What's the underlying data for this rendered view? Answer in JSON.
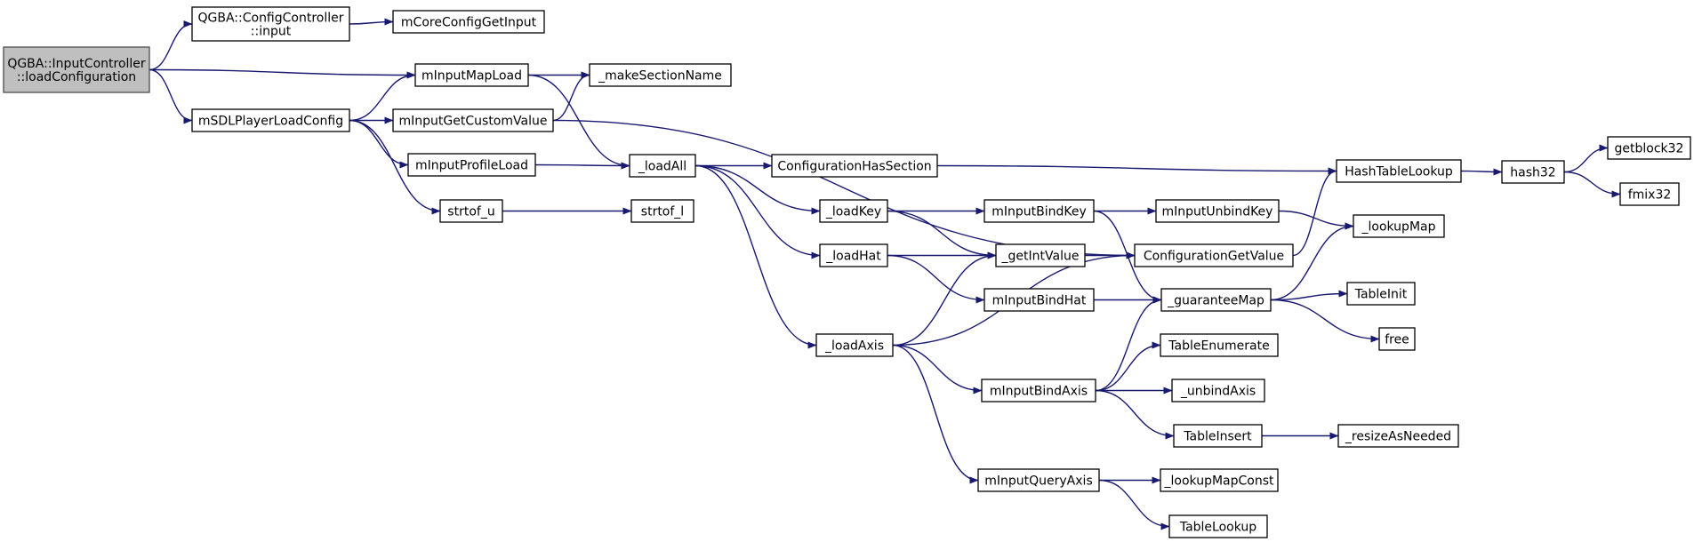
{
  "colors": {
    "edge": "#191970",
    "root_fill": "#bfbfbf",
    "node_fill": "#ffffff",
    "border": "#000000"
  },
  "nodes": [
    {
      "id": "n1",
      "label": "QGBA::InputController\n::loadConfiguration",
      "root": true
    },
    {
      "id": "n2",
      "label": "QGBA::ConfigController\n::input"
    },
    {
      "id": "n3",
      "label": "mCoreConfigGetInput"
    },
    {
      "id": "n4",
      "label": "mInputMapLoad"
    },
    {
      "id": "n5",
      "label": "_makeSectionName"
    },
    {
      "id": "n6",
      "label": "mSDLPlayerLoadConfig"
    },
    {
      "id": "n7",
      "label": "mInputGetCustomValue"
    },
    {
      "id": "n8",
      "label": "mInputProfileLoad"
    },
    {
      "id": "n9",
      "label": "strtof_u"
    },
    {
      "id": "n10",
      "label": "strtof_l"
    },
    {
      "id": "n11",
      "label": "_loadAll"
    },
    {
      "id": "n12",
      "label": "ConfigurationHasSection"
    },
    {
      "id": "n13",
      "label": "_loadKey"
    },
    {
      "id": "n14",
      "label": "_loadHat"
    },
    {
      "id": "n15",
      "label": "_loadAxis"
    },
    {
      "id": "n16",
      "label": "mInputBindKey"
    },
    {
      "id": "n17",
      "label": "_getIntValue"
    },
    {
      "id": "n18",
      "label": "mInputBindHat"
    },
    {
      "id": "n19",
      "label": "mInputBindAxis"
    },
    {
      "id": "n20",
      "label": "mInputQueryAxis"
    },
    {
      "id": "n21",
      "label": "mInputUnbindKey"
    },
    {
      "id": "n22",
      "label": "ConfigurationGetValue"
    },
    {
      "id": "n23",
      "label": "_guaranteeMap"
    },
    {
      "id": "n24",
      "label": "TableEnumerate"
    },
    {
      "id": "n25",
      "label": "_unbindAxis"
    },
    {
      "id": "n26",
      "label": "TableInsert"
    },
    {
      "id": "n27",
      "label": "_lookupMapConst"
    },
    {
      "id": "n28",
      "label": "TableLookup"
    },
    {
      "id": "n29",
      "label": "HashTableLookup"
    },
    {
      "id": "n30",
      "label": "_lookupMap"
    },
    {
      "id": "n31",
      "label": "TableInit"
    },
    {
      "id": "n32",
      "label": "free"
    },
    {
      "id": "n33",
      "label": "_resizeAsNeeded"
    },
    {
      "id": "n34",
      "label": "hash32"
    },
    {
      "id": "n35",
      "label": "getblock32"
    },
    {
      "id": "n36",
      "label": "fmix32"
    }
  ],
  "edges": [
    [
      "n1",
      "n2"
    ],
    [
      "n1",
      "n4"
    ],
    [
      "n1",
      "n6"
    ],
    [
      "n2",
      "n3"
    ],
    [
      "n4",
      "n5"
    ],
    [
      "n4",
      "n11"
    ],
    [
      "n6",
      "n4"
    ],
    [
      "n6",
      "n7"
    ],
    [
      "n6",
      "n8"
    ],
    [
      "n6",
      "n9"
    ],
    [
      "n7",
      "n5"
    ],
    [
      "n7",
      "n22"
    ],
    [
      "n8",
      "n11"
    ],
    [
      "n9",
      "n10"
    ],
    [
      "n11",
      "n12"
    ],
    [
      "n11",
      "n13"
    ],
    [
      "n11",
      "n14"
    ],
    [
      "n11",
      "n15"
    ],
    [
      "n12",
      "n29"
    ],
    [
      "n13",
      "n16"
    ],
    [
      "n13",
      "n17"
    ],
    [
      "n14",
      "n17"
    ],
    [
      "n14",
      "n18"
    ],
    [
      "n15",
      "n17"
    ],
    [
      "n15",
      "n22"
    ],
    [
      "n15",
      "n19"
    ],
    [
      "n15",
      "n20"
    ],
    [
      "n16",
      "n21"
    ],
    [
      "n16",
      "n23"
    ],
    [
      "n17",
      "n22"
    ],
    [
      "n18",
      "n23"
    ],
    [
      "n19",
      "n23"
    ],
    [
      "n19",
      "n24"
    ],
    [
      "n19",
      "n25"
    ],
    [
      "n19",
      "n26"
    ],
    [
      "n20",
      "n27"
    ],
    [
      "n20",
      "n28"
    ],
    [
      "n21",
      "n30"
    ],
    [
      "n22",
      "n29"
    ],
    [
      "n23",
      "n30"
    ],
    [
      "n23",
      "n31"
    ],
    [
      "n23",
      "n32"
    ],
    [
      "n26",
      "n33"
    ],
    [
      "n29",
      "n34"
    ],
    [
      "n34",
      "n35"
    ],
    [
      "n34",
      "n36"
    ]
  ]
}
